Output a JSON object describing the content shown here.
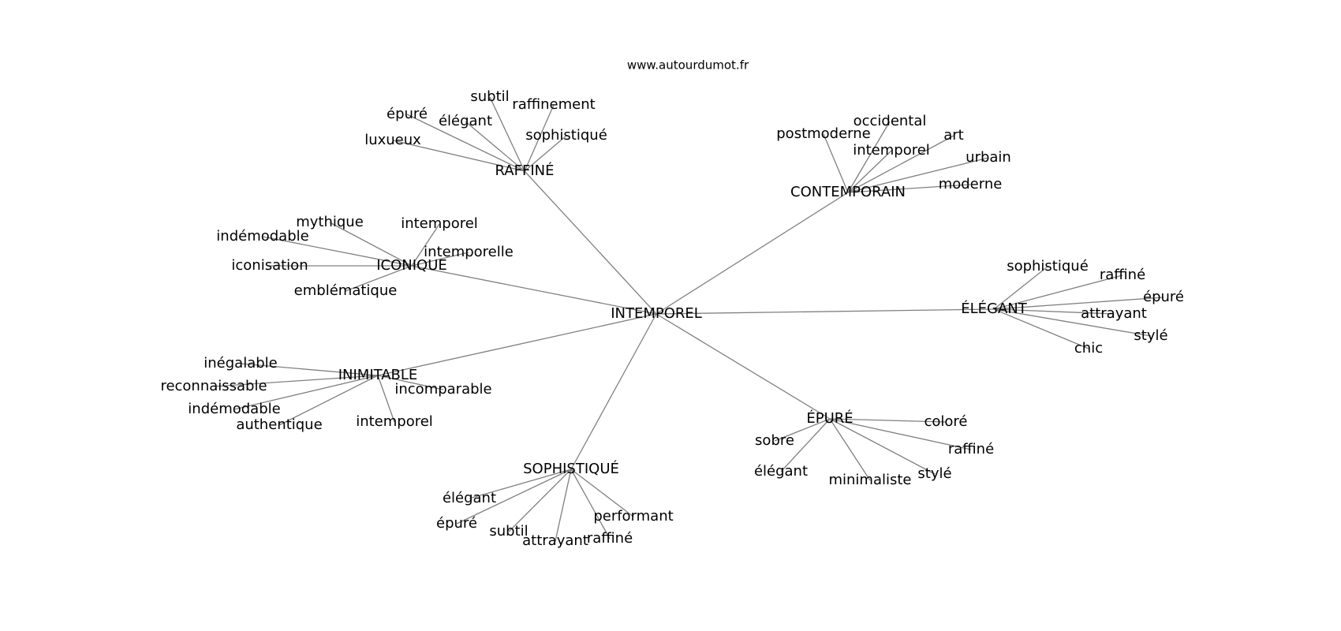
{
  "header": {
    "source": "www.autourdumot.fr"
  },
  "colors": {
    "edge": "#808080",
    "text": "#000000",
    "background": "#ffffff"
  },
  "graph": {
    "center": "INTEMPOREL",
    "clusters": [
      {
        "hub": "RAFFINÉ",
        "words": [
          "luxueux",
          "épuré",
          "élégant",
          "subtil",
          "raffinement",
          "sophistiqué"
        ]
      },
      {
        "hub": "CONTEMPORAIN",
        "words": [
          "postmoderne",
          "occidental",
          "intemporel",
          "art",
          "urbain",
          "moderne"
        ]
      },
      {
        "hub": "ICONIQUE",
        "words": [
          "mythique",
          "indémodable",
          "iconisation",
          "emblématique",
          "intemporel",
          "intemporelle"
        ]
      },
      {
        "hub": "ÉLÉGANT",
        "words": [
          "sophistiqué",
          "raffiné",
          "épuré",
          "attrayant",
          "stylé",
          "chic"
        ]
      },
      {
        "hub": "INIMITABLE",
        "words": [
          "inégalable",
          "reconnaissable",
          "indémodable",
          "authentique",
          "intemporel",
          "incomparable"
        ]
      },
      {
        "hub": "ÉPURÉ",
        "words": [
          "coloré",
          "sobre",
          "raffiné",
          "élégant",
          "minimaliste",
          "stylé"
        ]
      },
      {
        "hub": "SOPHISTIQUÉ",
        "words": [
          "élégant",
          "épuré",
          "subtil",
          "attrayant",
          "raffiné",
          "performant"
        ]
      }
    ]
  }
}
